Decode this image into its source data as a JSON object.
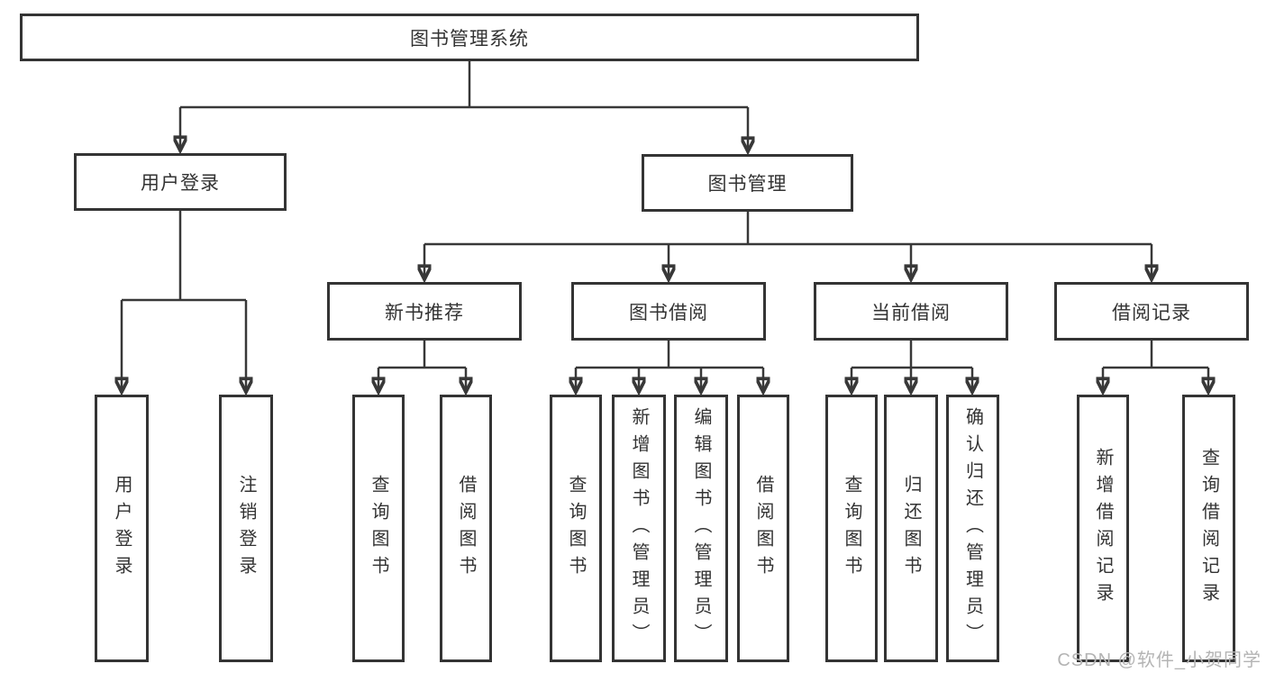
{
  "diagram": {
    "root": "图书管理系统",
    "level2": {
      "user_login": "用户登录",
      "book_management": "图书管理"
    },
    "user_login_children": [
      "用户登录",
      "注销登录"
    ],
    "book_management_children": [
      "新书推荐",
      "图书借阅",
      "当前借阅",
      "借阅记录"
    ],
    "new_book_recommend_children": [
      "查询图书",
      "借阅图书"
    ],
    "book_borrow_children": [
      "查询图书",
      "新增图书（管理员）",
      "编辑图书（管理员）",
      "借阅图书"
    ],
    "current_borrow_children": [
      "查询图书",
      "归还图书",
      "确认归还（管理员）"
    ],
    "borrow_record_children": [
      "新增借阅记录",
      "查询借阅记录"
    ]
  },
  "watermark": {
    "text": "CSDN @软件_小贺同学"
  },
  "colors": {
    "line": "#383838",
    "box_border": "#343434",
    "text": "#333333",
    "watermark": "#b4b4b4",
    "background": "#ffffff"
  }
}
